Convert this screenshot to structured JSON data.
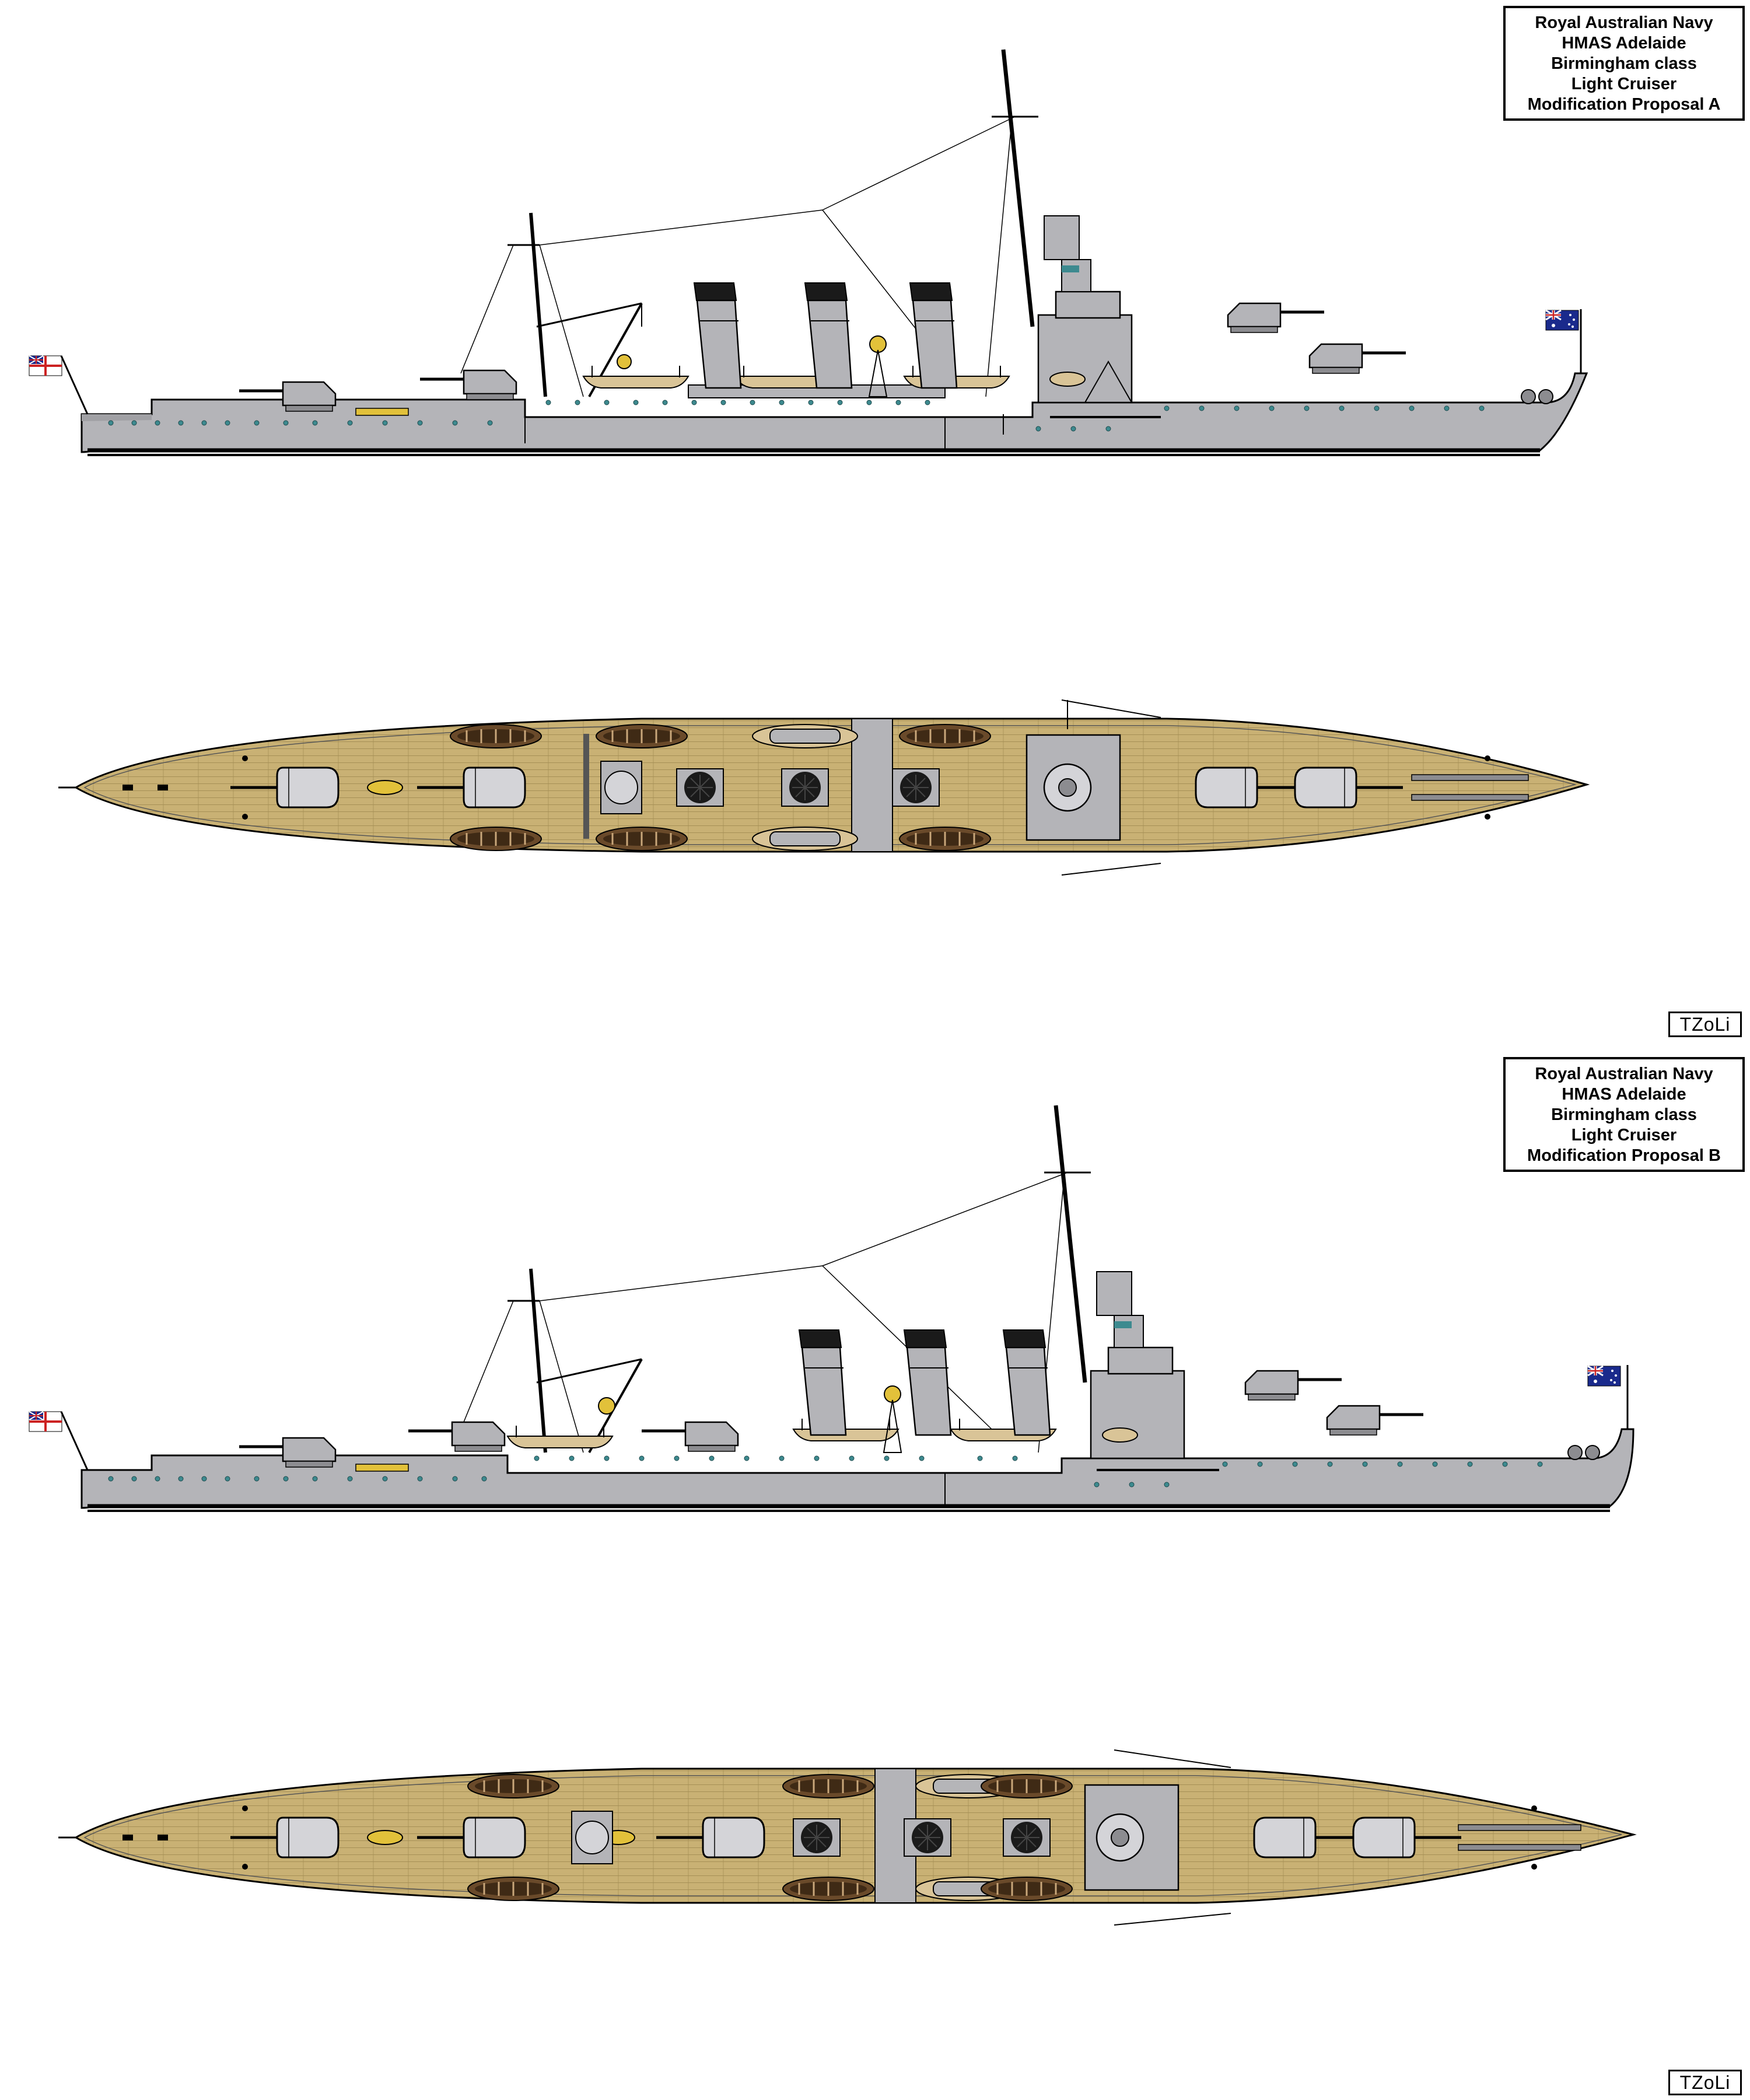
{
  "proposals": [
    {
      "label": "A",
      "title": [
        "Royal Australian Navy",
        "HMAS Adelaide",
        "Birmingham class",
        "Light Cruiser",
        "Modification Proposal A"
      ],
      "signature": "TZoLi"
    },
    {
      "label": "B",
      "title": [
        "Royal Australian Navy",
        "HMAS Adelaide",
        "Birmingham class",
        "Light Cruiser",
        "Modification Proposal B"
      ],
      "signature": "TZoLi"
    }
  ],
  "colors": {
    "hull": "#b4b4b8",
    "hull_dark": "#8c8c90",
    "deck": "#c9b174",
    "deck_plank": "#a68f57",
    "boat": "#d9c497",
    "boat_dark": "#6a4a2a",
    "funnel_black": "#1a1a1a",
    "porthole": "#3d8a8f",
    "flag_blue": "#1a2a8c",
    "ensign_red": "#cc2222"
  }
}
